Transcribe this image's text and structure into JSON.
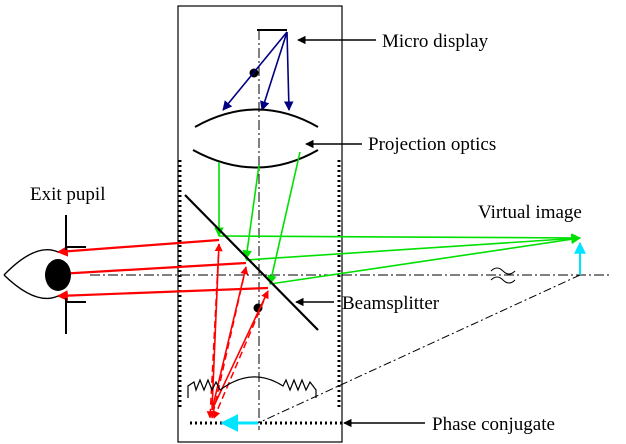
{
  "labels": {
    "micro_display": "Micro display",
    "projection_optics": "Projection optics",
    "exit_pupil": "Exit pupil",
    "virtual_image": "Virtual image",
    "beamsplitter": "Beamsplitter",
    "phase_conjugate": "Phase conjugate"
  },
  "colors": {
    "outline": "#000000",
    "display_rays": "#000080",
    "projected_rays": "#00e000",
    "returning_rays": "#ff0000",
    "image_arrows": "#00e5ff"
  }
}
